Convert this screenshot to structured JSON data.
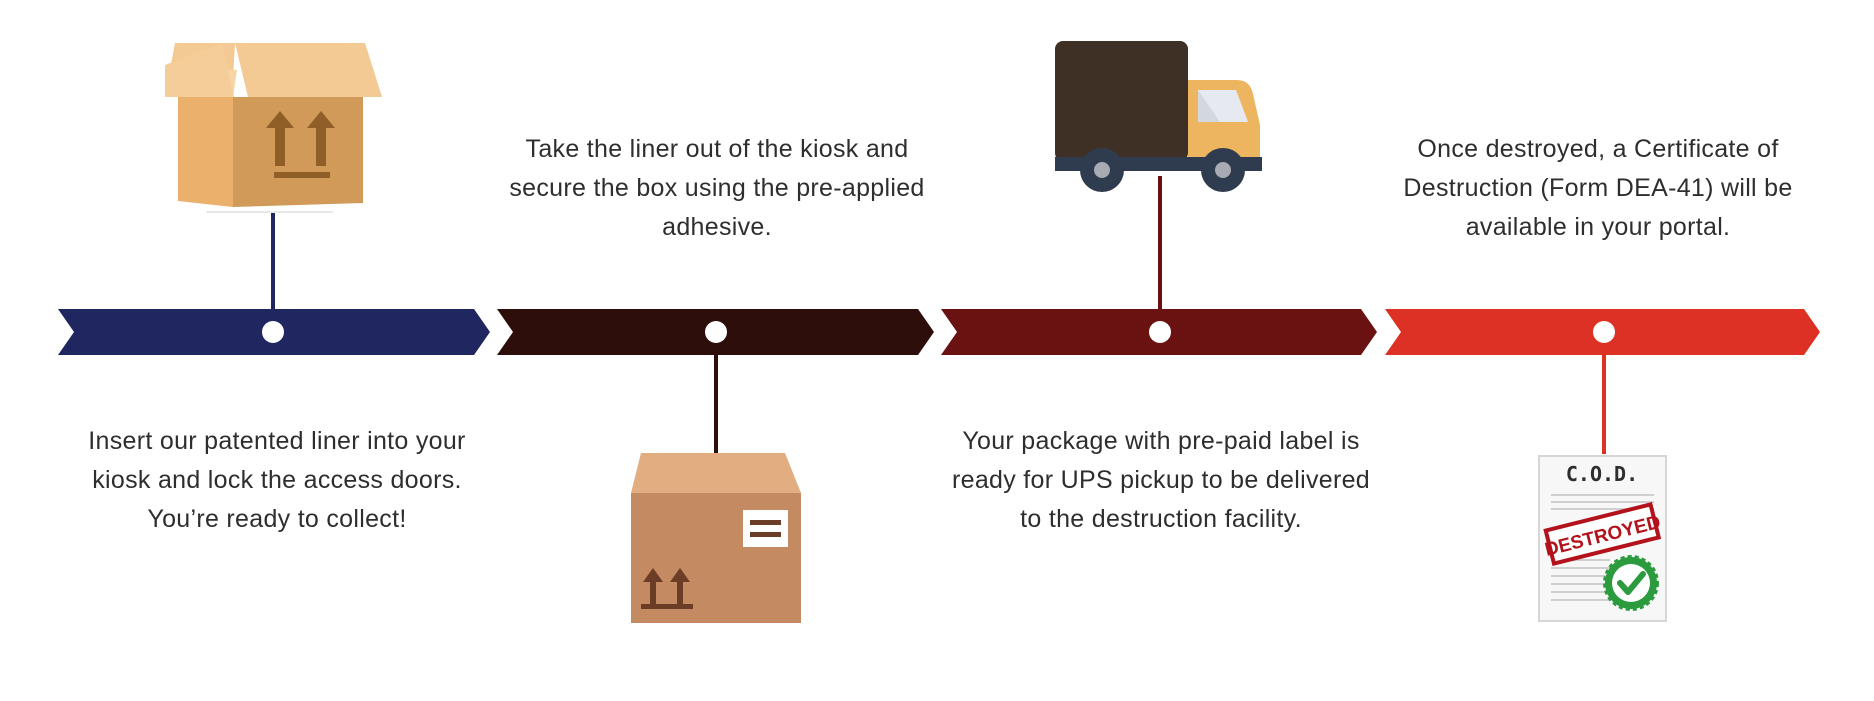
{
  "colors": {
    "step1": "#1f2660",
    "step2": "#2e0e0b",
    "step3": "#6a1211",
    "step4": "#dc3124",
    "dot": "#ffffff",
    "text": "#2e2e2e"
  },
  "steps": [
    {
      "text": "Insert our patented liner into your kiosk and lock the access doors. You’re ready to collect!",
      "icon": "open-cardboard-box-icon",
      "text_position": "below",
      "icon_position": "above"
    },
    {
      "text": "Take the liner out of the kiosk and secure the box using the pre-applied adhesive.",
      "icon": "sealed-cardboard-box-icon",
      "text_position": "above",
      "icon_position": "below"
    },
    {
      "text": "Your package with pre-paid label is ready for UPS pickup to be delivered to the destruction facility.",
      "icon": "delivery-truck-icon",
      "text_position": "below",
      "icon_position": "above"
    },
    {
      "text": "Once destroyed, a Certificate of Destruction (Form DEA-41) will be available in your portal.",
      "icon": "certificate-of-destruction-icon",
      "text_position": "above",
      "icon_position": "below"
    }
  ],
  "certificate": {
    "title": "C.O.D.",
    "stamp": "DESTROYED"
  }
}
